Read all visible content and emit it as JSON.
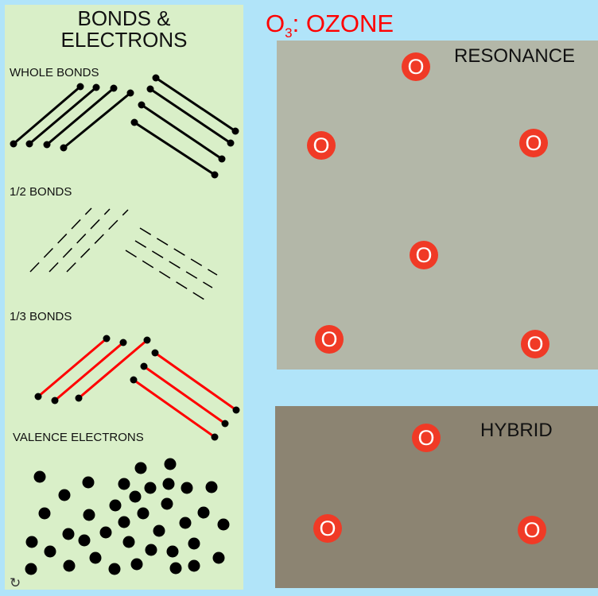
{
  "left_panel": {
    "title_line1": "BONDS &",
    "title_line2": "ELECTRONS",
    "whole_bonds_label": "WHOLE BONDS",
    "half_bonds_label": "1/2 BONDS",
    "third_bonds_label": "1/3 BONDS",
    "valence_label": "VALENCE ELECTRONS",
    "refresh_icon": "refresh-icon"
  },
  "header": {
    "formula_main": "O",
    "formula_sub": "3",
    "formula_rest": ": OZONE"
  },
  "resonance": {
    "label": "RESONANCE",
    "atoms": [
      "O",
      "O",
      "O",
      "O",
      "O",
      "O"
    ]
  },
  "hybrid": {
    "label": "HYBRID",
    "atoms": [
      "O",
      "O",
      "O"
    ]
  },
  "colors": {
    "atom": "#f03a26",
    "third_bond": "#ff0000",
    "title": "#ff0000"
  }
}
